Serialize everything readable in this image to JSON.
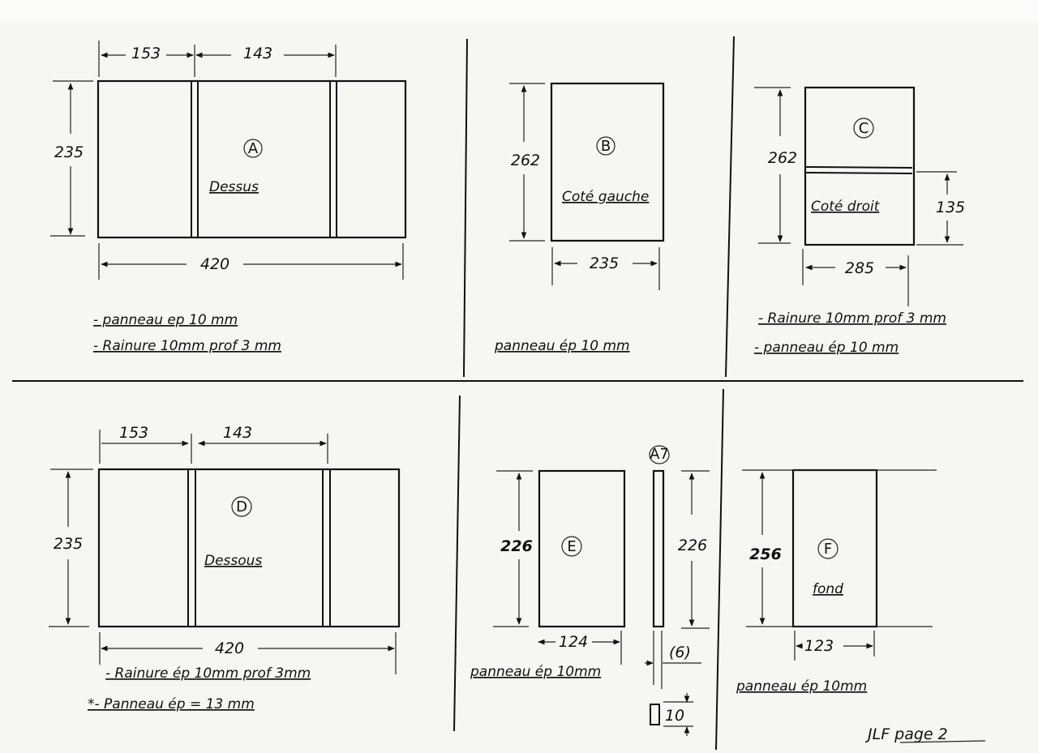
{
  "sheet": {
    "footer": "JLF page 2",
    "parts": {
      "A": {
        "id": "A",
        "name": "Dessus",
        "dims": {
          "w1": "153",
          "w2": "143",
          "h": "235",
          "total": "420"
        },
        "notes": [
          "- panneau ep 10 mm",
          "- Rainure 10mm  prof 3 mm"
        ]
      },
      "B": {
        "id": "B",
        "name": "Coté gauche",
        "dims": {
          "h": "262",
          "w": "235"
        },
        "notes": [
          "panneau ép 10 mm"
        ]
      },
      "C": {
        "id": "C",
        "name": "Coté droit",
        "dims": {
          "h": "262",
          "groove": "135",
          "w": "285"
        },
        "notes": [
          "- Rainure 10mm prof 3 mm",
          "- panneau ép 10 mm"
        ]
      },
      "D": {
        "id": "D",
        "name": "Dessous",
        "dims": {
          "w1": "153",
          "w2": "143",
          "h": "235",
          "total": "420"
        },
        "notes": [
          "- Rainure ép 10mm  prof 3mm",
          "*- Panneau ép = 13 mm"
        ]
      },
      "E": {
        "id": "E",
        "dims": {
          "h": "226",
          "w": "124"
        },
        "notes": [
          "panneau ép 10mm"
        ]
      },
      "A7": {
        "id": "A7",
        "dims": {
          "h": "226",
          "thickness": "(6)",
          "width": "10"
        }
      },
      "F": {
        "id": "F",
        "name": "fond",
        "dims": {
          "h": "256",
          "w": "123"
        },
        "notes": [
          "panneau ép 10mm"
        ]
      }
    }
  }
}
